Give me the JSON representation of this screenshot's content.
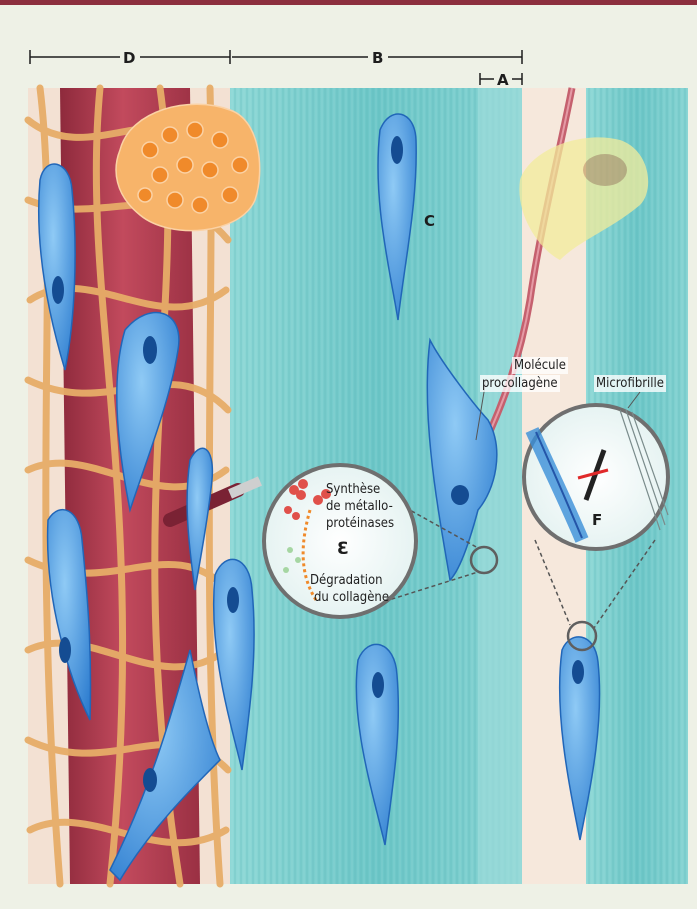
{
  "figure": {
    "labels": {
      "A": "A",
      "B": "B",
      "C": "C",
      "D": "D",
      "E": "Ɛ",
      "F": "F"
    },
    "annotations": {
      "molecule_line1": "Molécule",
      "molecule_line2": "procollagène",
      "microfibrille": "Microfibrille",
      "synthese_line1": "Synthèse",
      "synthese_line2": "de métallo-",
      "synthese_line3": "protéinases",
      "degradation_line1": "Dégradation",
      "degradation_line2": "du collagène"
    },
    "colors": {
      "frame_bar": "#8c2f3e",
      "background": "#eef1e6",
      "fascicle": "#7fd0d0",
      "fascicle_dark": "#56b5b8",
      "endotendon": "#f4e4d6",
      "vessel": "#b23a4f",
      "cell": "#3a8fd8",
      "cell_light": "#7cc0f0",
      "fiber": "#e9b06b",
      "orange_cluster": "#f08a2a",
      "lens_ring": "#6f6f6f"
    }
  }
}
